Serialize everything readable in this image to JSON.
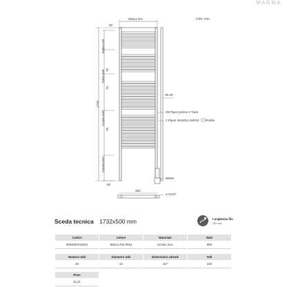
{
  "header": {
    "brand": "MAGMA",
    "unit_note": "Unit: mm"
  },
  "drawing": {
    "width_label": "500±1.5%",
    "height_label": "1732",
    "dim_top_offset": "60",
    "dim_bottom_offset": "60",
    "dim_group_1": "6x45=150",
    "dim_group_2": "7x40=280",
    "dim_group_3": "11x40=440",
    "dim_group_4": "13x40=520",
    "gap_labels": [
      "75",
      "75",
      "75"
    ],
    "spacing_label": "35-40",
    "pipe_note_1": "39 Pipes  ø22x1.0 Tube",
    "pipe_note_2": "2 Pipes 40x30x1.5xR15",
    "profile_label": "Profile",
    "element_power": "900W",
    "bottom_width": "450",
    "connection": "4-G1/2\""
  },
  "spec": {
    "title": "Sceda tecnica",
    "size": "1732x500 mm",
    "cable_label": "Lunghezza filo",
    "cable_value": "120 cm",
    "table1": {
      "headers": [
        "Codice",
        "Colore",
        "Materiale",
        "Watt"
      ],
      "values": [
        "6054602016354",
        "Bianco Ral 9016",
        "acciaio inox",
        "900"
      ]
    },
    "table2": {
      "headers": [
        "Numero tubi",
        "Diametro tubi",
        "Dimensioni valvole",
        "Volt"
      ],
      "values": [
        "39",
        "22",
        "1/2\"",
        "220"
      ]
    },
    "table3": {
      "headers": [
        "Peso"
      ],
      "values": [
        "21,41"
      ]
    }
  }
}
